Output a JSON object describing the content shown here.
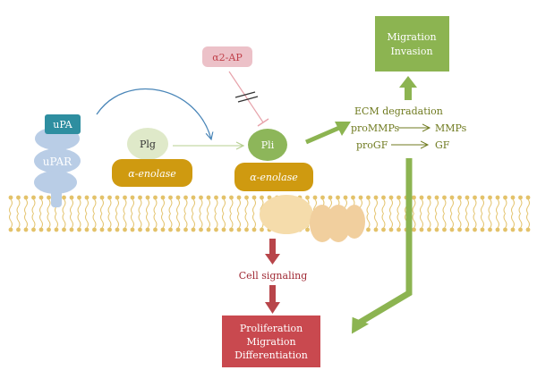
{
  "labels": {
    "upa": "uPA",
    "upar": "uPAR",
    "plg": "Plg",
    "alpha_enolase_left": "α-enolase",
    "pli": "Pli",
    "alpha_enolase_right": "α-enolase",
    "alpha2ap": "α2-AP",
    "migration_invasion_line1": "Migration",
    "migration_invasion_line2": "Invasion",
    "ecm_degradation": "ECM degradation",
    "prommps": "proMMPs",
    "mmps": "MMPs",
    "progf": "proGF",
    "gf": "GF",
    "cell_signaling": "Cell signaling",
    "outcome_line1": "Proliferation",
    "outcome_line2": "Migration",
    "outcome_line3": "Differentiation"
  },
  "colors": {
    "upa_box": "#2e8ea0",
    "upar": "#b9cde6",
    "plg": "#dfe9c9",
    "alpha_enolase": "#cf9a10",
    "pli": "#8db65a",
    "alpha2ap": "#ecc1c8",
    "alpha2ap_text": "#c0404a",
    "migration_box": "#8cb451",
    "green_arrow": "#8cb451",
    "olive_text": "#6f7a1f",
    "outcome_box": "#c9494f",
    "dark_red": "#b8454a",
    "membrane": "#e3c26a",
    "membrane_protein": "#f1cf9e",
    "blue_arrow": "#4a86b8"
  }
}
